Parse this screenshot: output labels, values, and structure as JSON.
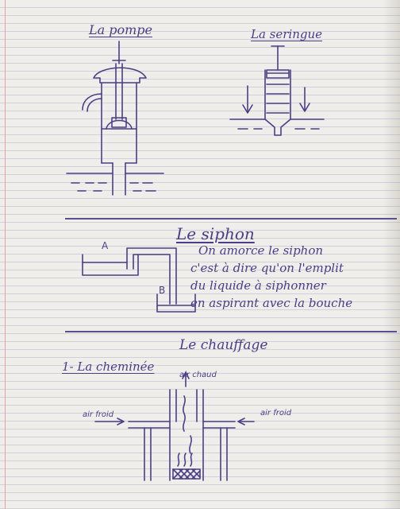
{
  "pump": {
    "title": "La pompe"
  },
  "syringe": {
    "title": "La seringue"
  },
  "siphon": {
    "title": "Le siphon",
    "label_a": "A",
    "label_b": "B",
    "text_lines": [
      "On amorce le siphon",
      "c'est à dire qu'on l'emplit",
      "du liquide à siphonner",
      "en aspirant avec la bouche"
    ]
  },
  "heating": {
    "title": "Le chauffage",
    "subtitle": "1- La cheminée",
    "label_hot_air": "air chaud",
    "label_cold_air_left": "air froid",
    "label_cold_air_right": "air froid"
  },
  "colors": {
    "ink": "#4a3f85",
    "paper": "#efeeea",
    "rule": "#8a96c4",
    "margin": "#e7a0a6"
  }
}
